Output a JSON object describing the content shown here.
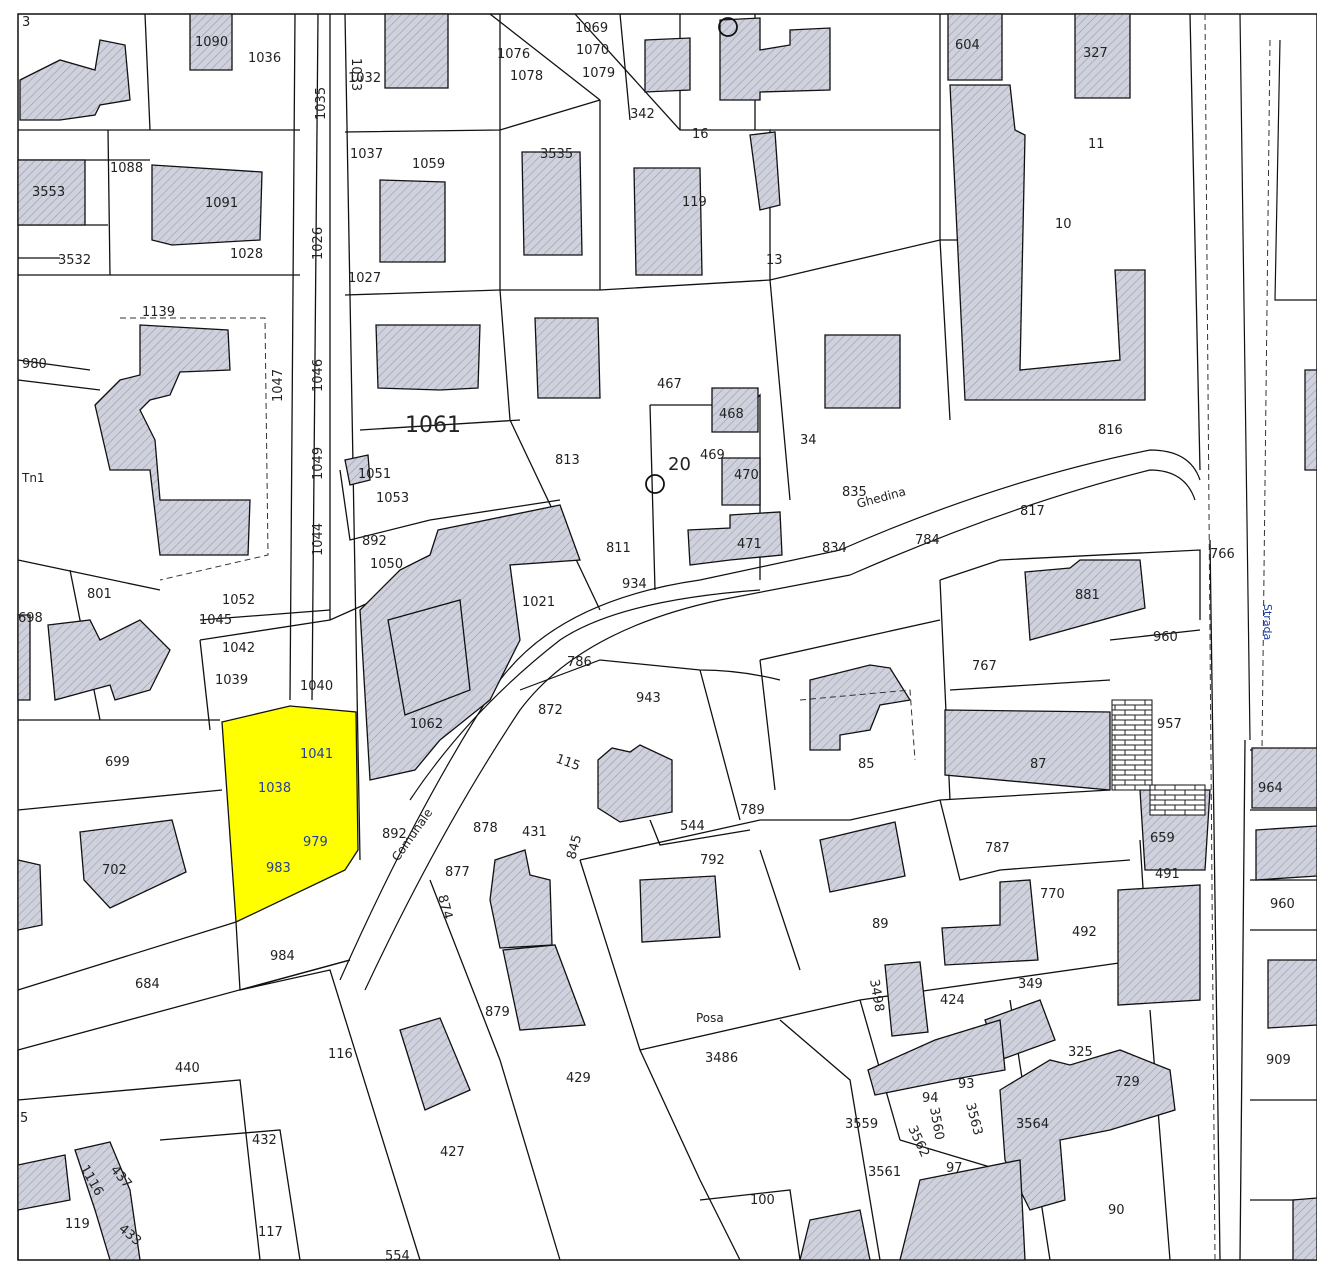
{
  "map": {
    "highlight_color": "#ffff00",
    "building_color": "#c9ccd6",
    "parcel_labels": {
      "p1036": "1036",
      "p1035": "1035",
      "p1033": "1033",
      "p1032": "1032",
      "p1069": "1069",
      "p1076": "1076",
      "p1070": "1070",
      "p1078": "1078",
      "p1079": "1079",
      "p604": "604",
      "p327": "327",
      "p342": "342",
      "p16": "16",
      "p1088": "1088",
      "p3553": "3553",
      "p1091": "1091",
      "p1037": "1037",
      "p1059": "1059",
      "p3535": "3535",
      "p119": "119",
      "p11": "11",
      "p10": "10",
      "p3532": "3532",
      "p1028": "1028",
      "p1026": "1026",
      "p1027": "1027",
      "p13": "13",
      "p1139": "1139",
      "p980": "980",
      "p1047": "1047",
      "p1046": "1046",
      "p1061": "1061",
      "p467": "467",
      "p468": "468",
      "p34": "34",
      "p1049": "1049",
      "p813": "813",
      "p20": "20",
      "p469": "469",
      "p470": "470",
      "p816": "816",
      "p1051": "1051",
      "p1053": "1053",
      "p835": "835",
      "p817": "817",
      "p892": "892",
      "p1050": "1050",
      "p811": "811",
      "p471": "471",
      "p834": "834",
      "p784": "784",
      "p766": "766",
      "p1044": "1044",
      "p801": "801",
      "p1052": "1052",
      "p1045": "1045",
      "p1021": "1021",
      "p934": "934",
      "p881": "881",
      "p698": "698",
      "p1042": "1042",
      "p960": "960",
      "p1039": "1039",
      "p1040": "1040",
      "p786": "786",
      "p943": "943",
      "p767": "767",
      "p872": "872",
      "p1062": "1062",
      "p957": "957",
      "p699": "699",
      "p1041": "1041",
      "p115": "115",
      "p85": "85",
      "p87": "87",
      "p1038": "1038",
      "p964": "964",
      "p789": "789",
      "p979": "979",
      "p892b": "892",
      "p878": "878",
      "p431": "431",
      "p845": "845",
      "p544": "544",
      "p659": "659",
      "p702": "702",
      "p787": "787",
      "p983": "983",
      "p877": "877",
      "p792": "792",
      "p491": "491",
      "p770": "770",
      "p960b": "960",
      "p874": "874",
      "p89": "89",
      "p492": "492",
      "p984": "984",
      "p684": "684",
      "p3498": "3498",
      "p424": "424",
      "p349": "349",
      "p879": "879",
      "p909": "909",
      "p325": "325",
      "p440": "440",
      "p116": "116",
      "p429": "429",
      "p3486": "3486",
      "p729": "729",
      "p94": "94",
      "p93": "93",
      "p3559": "3559",
      "p3560": "3560",
      "p3563": "3563",
      "p3564": "3564",
      "p432": "432",
      "p427": "427",
      "p3561": "3561",
      "p3562": "3562",
      "p97": "97",
      "p119b": "119",
      "p117": "117",
      "p100": "100",
      "p90": "90",
      "p433": "433",
      "p437": "437",
      "p1116": "1116",
      "p554": "554",
      "p1090": "1090",
      "p5": "5",
      "p3": "3"
    },
    "street_labels": {
      "ghedina": "Ghedina",
      "comunale": "Comunale",
      "strada": "Strada",
      "posa": "Posa",
      "tn1": "Tn1"
    }
  }
}
